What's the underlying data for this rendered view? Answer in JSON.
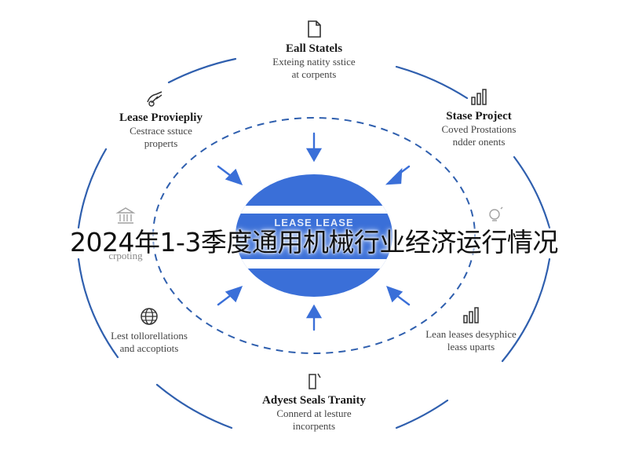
{
  "overlay_title": "2024年1-3季度通用机械行业经济运行情况",
  "center": {
    "label": "LEASE LEASE"
  },
  "nodes": [
    {
      "id": "top",
      "title": "Eall Statels",
      "sub": [
        "Exteing natity sstice",
        "at corpents"
      ],
      "icon": "document-icon"
    },
    {
      "id": "top-right",
      "title": "Stase Project",
      "sub": [
        "Coved Prostations",
        "ndder onents"
      ],
      "icon": "bar-chart-icon"
    },
    {
      "id": "right",
      "title": "",
      "sub": [],
      "icon": "lightbulb-icon"
    },
    {
      "id": "bottom-right",
      "title": "",
      "sub": [
        "Lean leases desyphice",
        "leass uparts"
      ],
      "icon": "bar-chart-icon"
    },
    {
      "id": "bottom",
      "title": "Adyest Seals Tranity",
      "sub": [
        "Connerd at lesture",
        "incorpents"
      ],
      "icon": "pen-note-icon"
    },
    {
      "id": "bottom-left",
      "title": "",
      "sub": [
        "Lest tollorellations",
        "and accoptiots"
      ],
      "icon": "globe-icon"
    },
    {
      "id": "left",
      "title": "",
      "sub": [
        "crpoting"
      ],
      "icon": "building-icon"
    },
    {
      "id": "top-left",
      "title": "Lease Proviepliy",
      "sub": [
        "Cestrace sstuce",
        "properts"
      ],
      "icon": "handshake-icon"
    }
  ],
  "colors": {
    "accent": "#3a6fd8",
    "ring": "#2f5fae",
    "dark": "#1a1a1a"
  }
}
